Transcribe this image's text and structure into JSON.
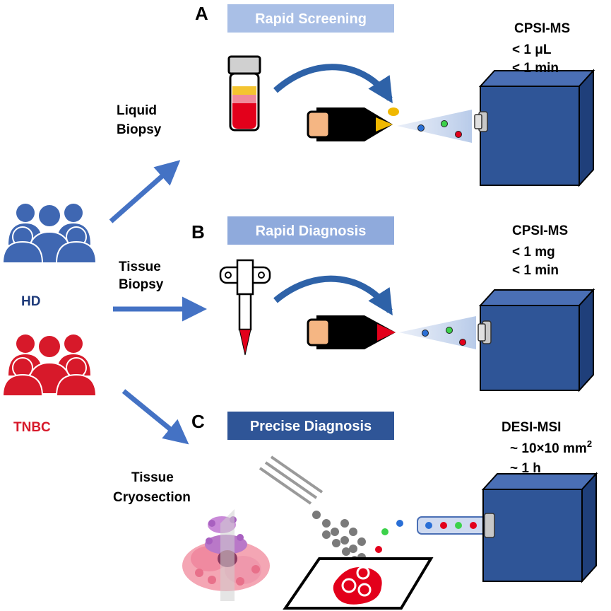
{
  "sections": {
    "a": {
      "letter": "A",
      "title": "Rapid Screening",
      "input": [
        "Liquid",
        "Biopsy"
      ],
      "method": "CPSI-MS",
      "spec1": "< 1 μL",
      "spec2": "< 1 min"
    },
    "b": {
      "letter": "B",
      "title": "Rapid Diagnosis",
      "input": [
        "Tissue",
        "Biopsy"
      ],
      "method": "CPSI-MS",
      "spec1": "< 1 mg",
      "spec2": "< 1 min"
    },
    "c": {
      "letter": "C",
      "title": "Precise Diagnosis",
      "input": [
        "Tissue",
        "Cryosection"
      ],
      "method": "DESI-MSI",
      "spec1": "~ 10×10 mm",
      "spec1_sup": "2",
      "spec2": "~ 1 h"
    }
  },
  "groups": {
    "hd": "HD",
    "tnbc": "TNBC"
  },
  "colors": {
    "hd": "#3f67b2",
    "tnbc": "#d7192a",
    "bar_a": "#a9bfe6",
    "bar_b": "#8faadc",
    "bar_c": "#2f5597",
    "instrument": "#2f5597",
    "arrow": "#4472c4"
  }
}
